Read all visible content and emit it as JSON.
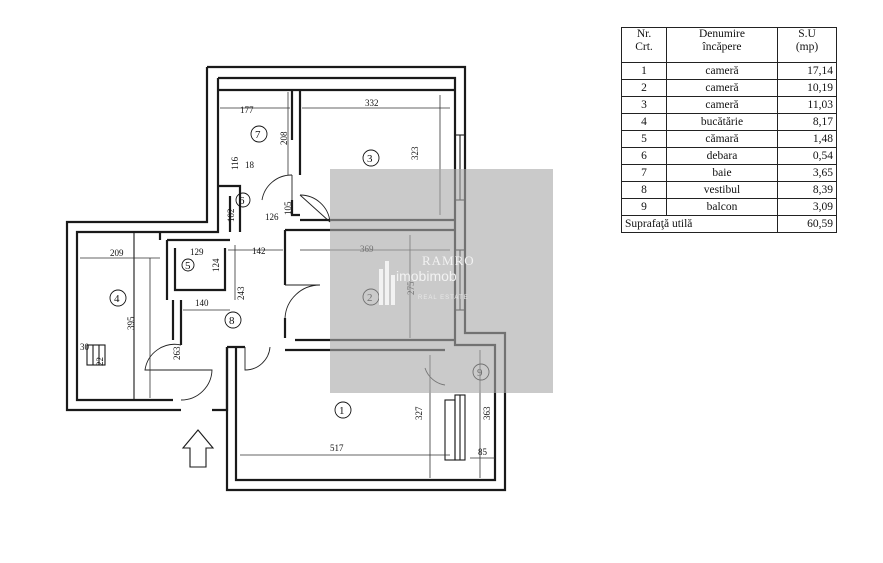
{
  "table": {
    "headers": {
      "nr": "Nr.\nCrt.",
      "name": "Denumire\nîncăpere",
      "su": "S.U\n(mp)"
    },
    "rows": [
      {
        "nr": "1",
        "name": "cameră",
        "su": "17,14"
      },
      {
        "nr": "2",
        "name": "cameră",
        "su": "10,19"
      },
      {
        "nr": "3",
        "name": "cameră",
        "su": "11,03"
      },
      {
        "nr": "4",
        "name": "bucătărie",
        "su": "8,17"
      },
      {
        "nr": "5",
        "name": "cămară",
        "su": "1,48"
      },
      {
        "nr": "6",
        "name": "debara",
        "su": "0,54"
      },
      {
        "nr": "7",
        "name": "baie",
        "su": "3,65"
      },
      {
        "nr": "8",
        "name": "vestibul",
        "su": "8,39"
      },
      {
        "nr": "9",
        "name": "balcon",
        "su": "3,09"
      }
    ],
    "total_label": "Suprafaţă utilă",
    "total_value": "60,59"
  },
  "plan": {
    "rooms": [
      "1",
      "2",
      "3",
      "4",
      "5",
      "6",
      "7",
      "8",
      "9"
    ],
    "dimensions": {
      "d177": "177",
      "d332": "332",
      "d208": "208",
      "d323": "323",
      "d116": "116",
      "d18": "18",
      "d102": "102",
      "d126": "126",
      "d105": "105",
      "d209": "209",
      "d129": "129",
      "d124": "124",
      "d142": "142",
      "d369": "369",
      "d140": "140",
      "d243": "243",
      "d275": "275",
      "d395": "395",
      "d30": "30",
      "d22": "22",
      "d263": "263",
      "d327": "327",
      "d363": "363",
      "d85": "85",
      "d517": "517"
    }
  },
  "watermark": {
    "line1": "RAMRO",
    "line2": "imobimob",
    "line3": "REAL ESTATE"
  },
  "colors": {
    "watermark": "#aaaaaa",
    "lines": "#1a1a1a"
  }
}
